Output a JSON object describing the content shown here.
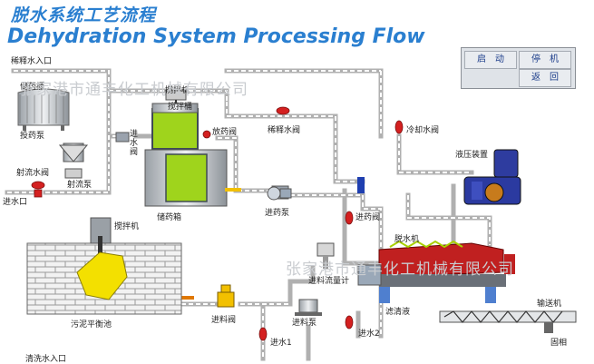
{
  "title": {
    "cn": "脱水系统工艺流程",
    "en": "Dehydration System Processing Flow"
  },
  "controls": {
    "start": "启　动",
    "stop": "停　机",
    "back": "返　回"
  },
  "labels": {
    "dilution_inlet": "稀释水入口",
    "storage_bucket": "储药桶",
    "dosing_pump": "投药泵",
    "jet_valve": "射流水阀",
    "jet_pump": "射流泵",
    "inlet_water": "进水口",
    "inlet_valve": "进水阀",
    "mixer_top": "搅拌机",
    "mixing_tank": "搅拌桶",
    "drain_valve": "放药阀",
    "storage_tank": "储药箱",
    "dilution_valve": "稀释水阀",
    "dosing_pump2": "进药泵",
    "cooling_valve": "冷却水阀",
    "hydraulic": "液压装置",
    "dosing_valve": "进药阀",
    "dewater_machine": "脱水机",
    "mixer_pit": "搅拌机",
    "sludge_tank": "污泥平衡池",
    "flow_meter": "进料流量计",
    "feed_valve": "进料阀",
    "feed_pump": "进料泵",
    "inlet1": "进水1",
    "clear_liquid": "滤清液",
    "conveyor": "输送机",
    "solid": "固相",
    "wash_inlet": "清洗水入口",
    "inlet2": "进水2"
  },
  "watermark": "张家港市通丰化工机械有限公司",
  "colors": {
    "title": "#2a7fd0",
    "pipe": "#b8b8b8",
    "valve": "#d42020",
    "tank_green": "#9fd41c",
    "sludge_yellow": "#f3e000",
    "dewater_red": "#c02020",
    "hydraulic_blue": "#2b3aa0"
  }
}
